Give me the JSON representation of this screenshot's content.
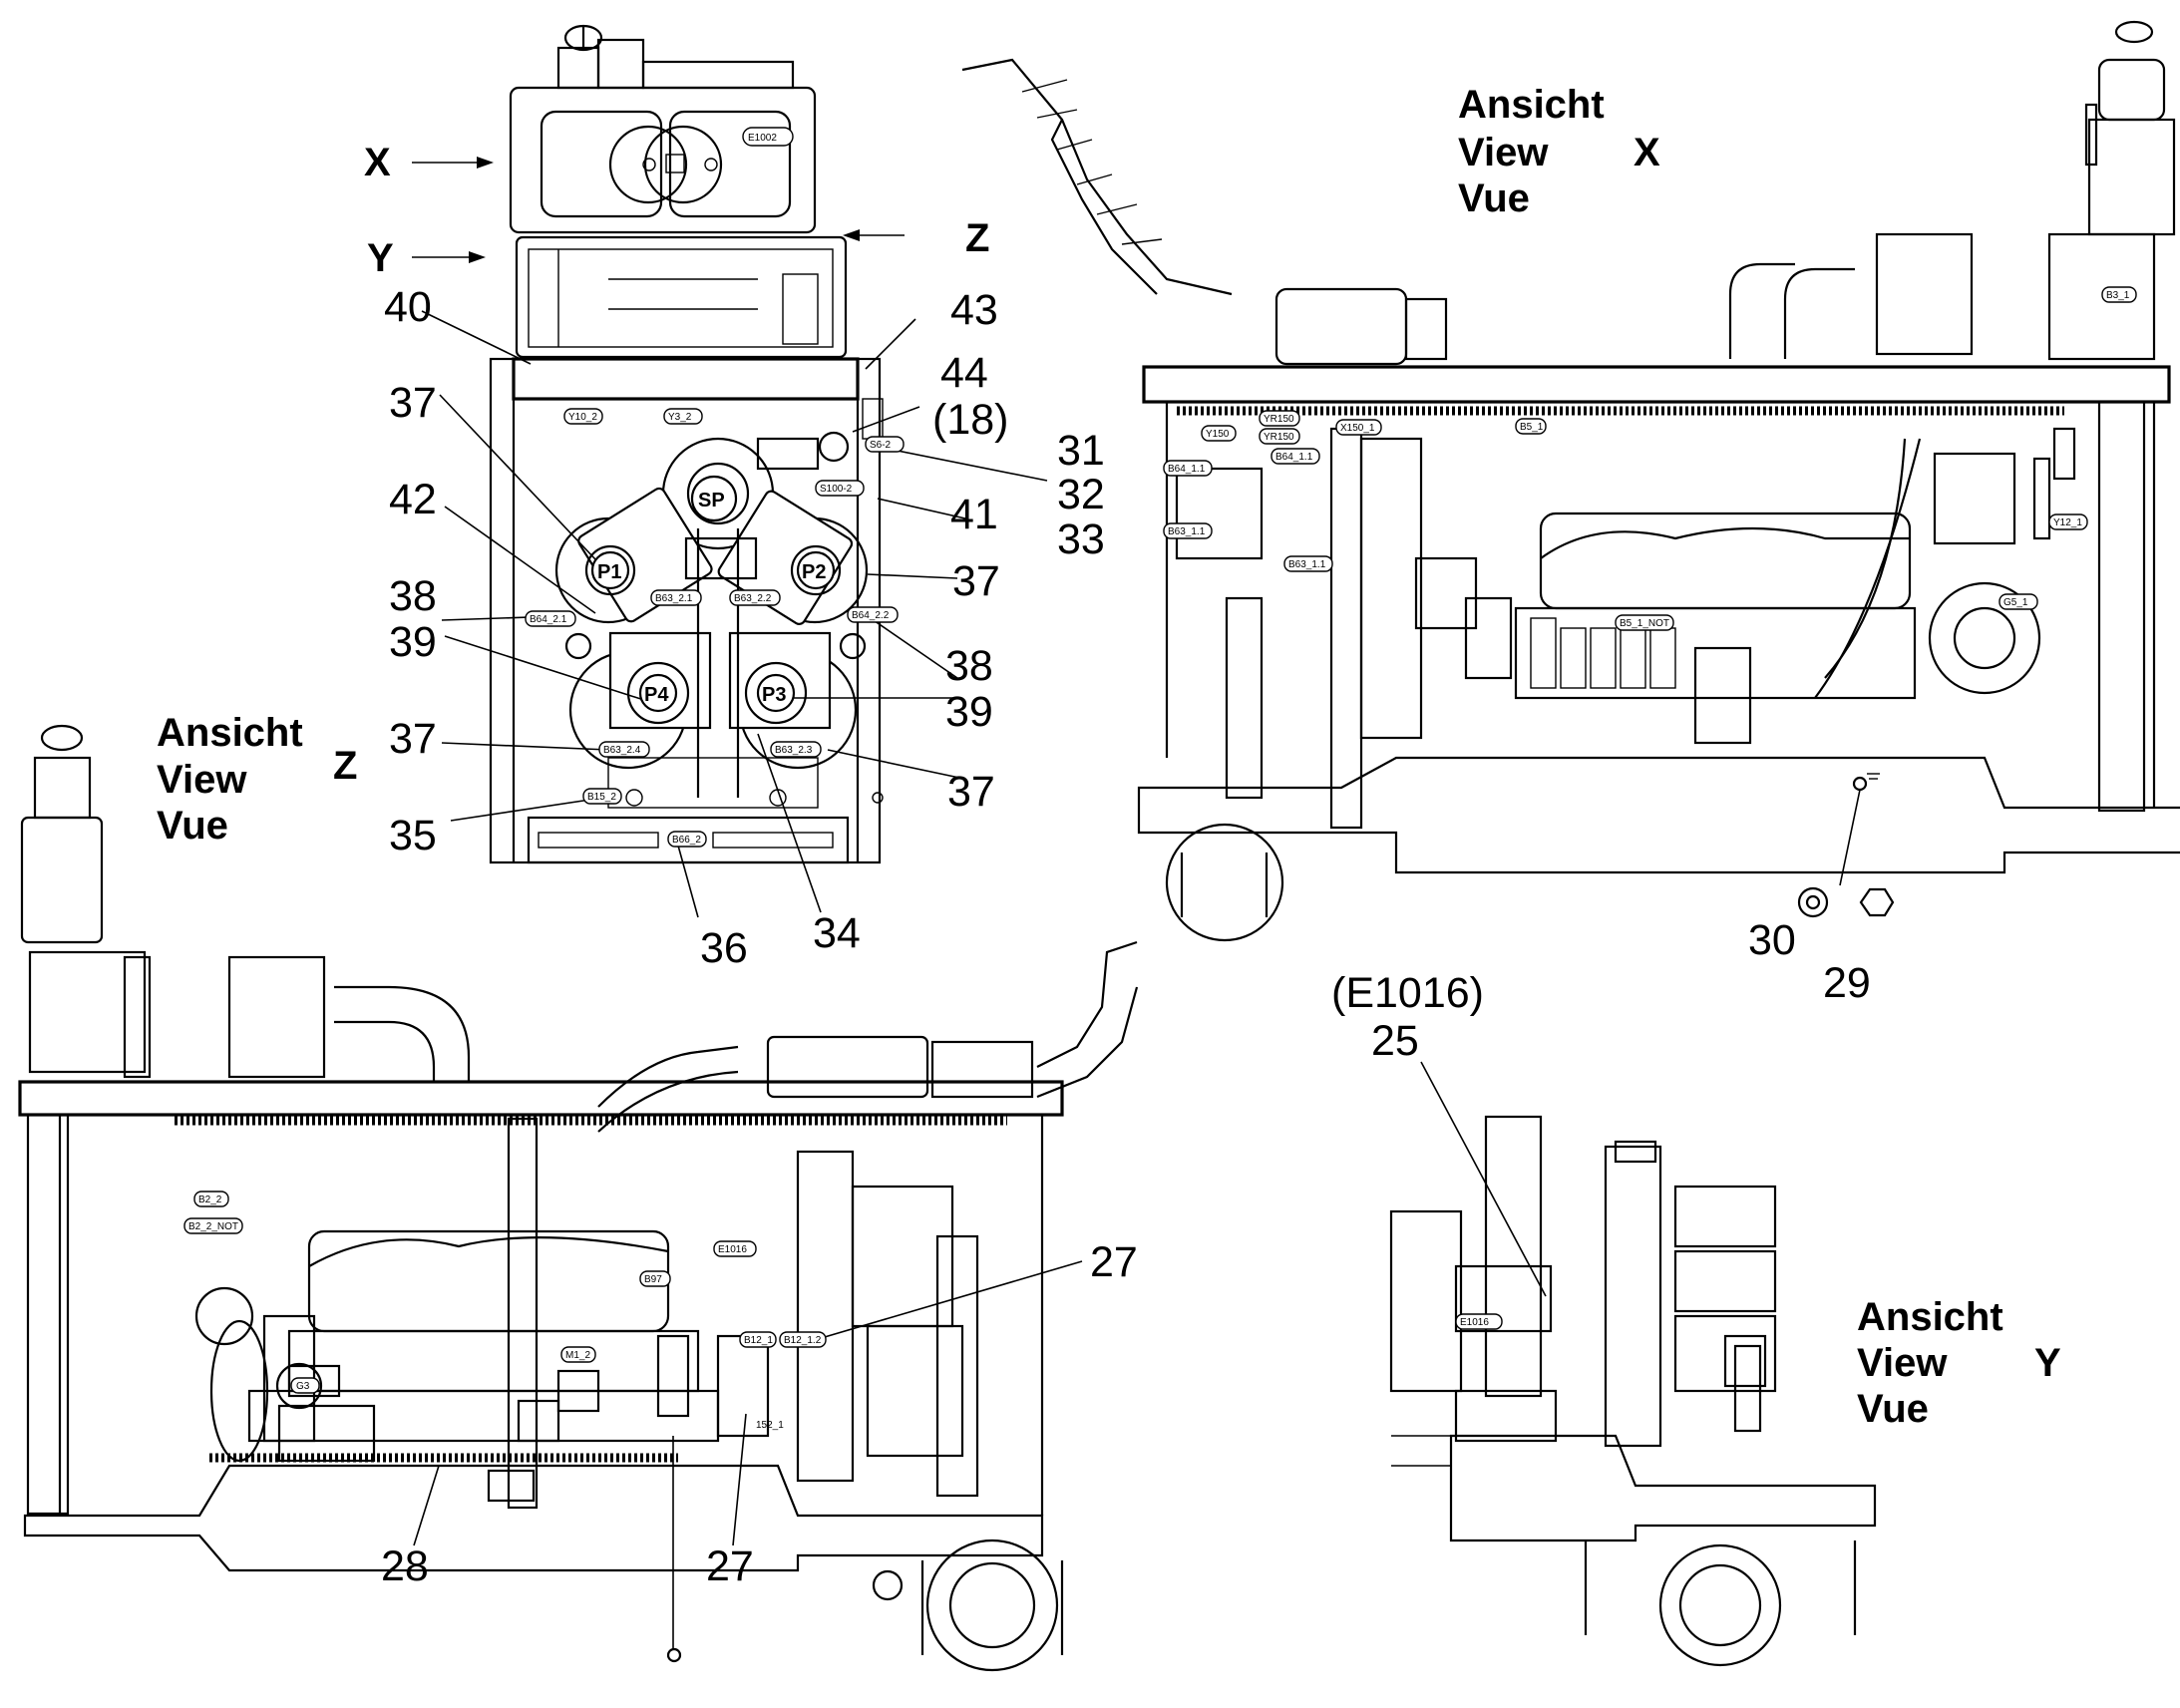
{
  "views": {
    "x": {
      "line1": "Ansicht",
      "line2": "View",
      "line3": "Vue",
      "letter": "X"
    },
    "y": {
      "line1": "Ansicht",
      "line2": "View",
      "line3": "Vue",
      "letter": "Y"
    },
    "z": {
      "line1": "Ansicht",
      "line2": "View",
      "line3": "Vue",
      "letter": "Z"
    }
  },
  "arrows": {
    "x": "X",
    "y": "Y",
    "z": "Z"
  },
  "callouts": {
    "c25": "25",
    "e1016": "(E1016)",
    "c27a": "27",
    "c27b": "27",
    "c28": "28",
    "c29": "29",
    "c30": "30",
    "c31": "31",
    "c32": "32",
    "c33": "33",
    "c34": "34",
    "c35": "35",
    "c36": "36",
    "c37a": "37",
    "c37b": "37",
    "c37c": "37",
    "c37d": "37",
    "c38a": "38",
    "c38b": "38",
    "c39a": "39",
    "c39b": "39",
    "c40": "40",
    "c41": "41",
    "c42": "42",
    "c43": "43",
    "c44": "44",
    "c18": "(18)"
  },
  "circles": {
    "sp": "SP",
    "p1": "P1",
    "p2": "P2",
    "p3": "P3",
    "p4": "P4"
  },
  "tags": {
    "e1002": "E1002",
    "y10": "Y10_2",
    "y3": "Y3_2",
    "s6": "S6-2",
    "s100": "S100-2",
    "b63_21": "B63_2.1",
    "b63_22": "B63_2.2",
    "b63_23": "B63_2.3",
    "b63_24": "B63_2.4",
    "b64_21": "B64_2.1",
    "b64_22": "B64_2.2",
    "b15": "B15_2",
    "b66": "B66_2",
    "y150": "Y150",
    "yr150a": "YR150",
    "yr150b": "YR150",
    "x150": "X150_1",
    "b64_11a": "B64_1.1",
    "b64_11b": "B64_1.1",
    "b63_11a": "B63_1.1",
    "b63_11b": "B63_1.1",
    "b5": "B5_1",
    "b5not": "B5_1_NOT",
    "y12": "Y12_1",
    "g5": "G5_1",
    "b3": "B3_1",
    "b2": "B2_2",
    "b2not": "B2_2_NOT",
    "b97": "B97",
    "e1016b": "E1016",
    "b12_1": "B12_1",
    "b12_12": "B12_1.2",
    "m1": "M1_2",
    "g3": "G3",
    "s152": "152_1",
    "e1016c": "E1016"
  }
}
